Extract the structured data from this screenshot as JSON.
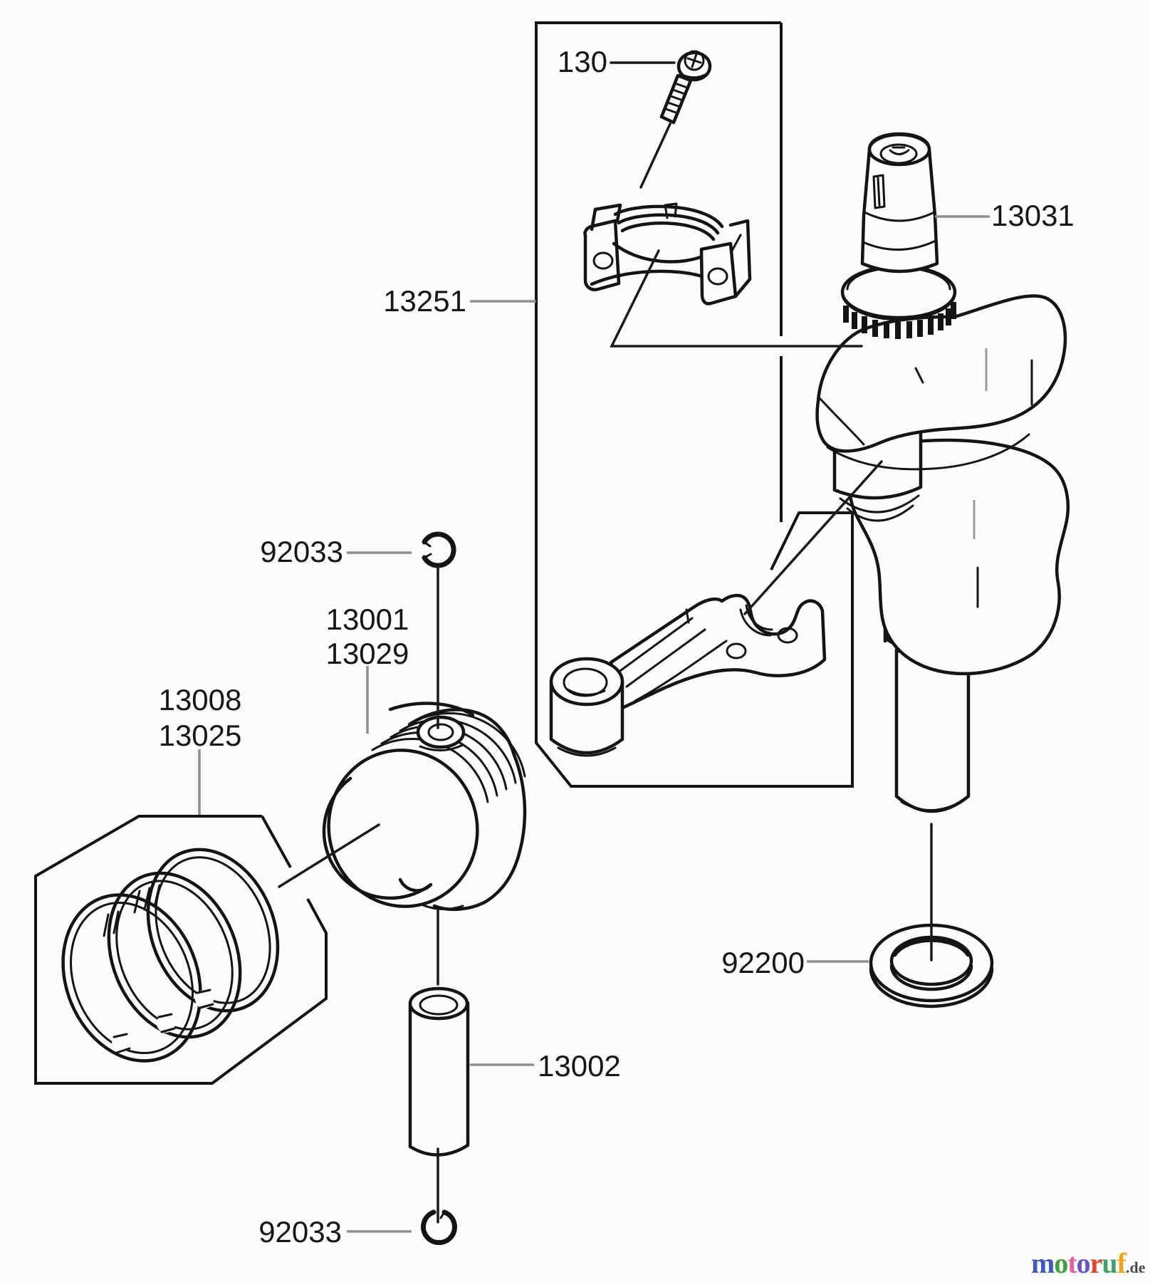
{
  "labels": {
    "bolt": "130",
    "rod_assembly": "13251",
    "crankshaft": "13031",
    "circlip_top": "92033",
    "piston_line1": "13001",
    "piston_line2": "13029",
    "rings_line1": "13008",
    "rings_line2": "13025",
    "pin": "13002",
    "washer": "92200",
    "circlip_bottom": "92033"
  },
  "colors": {
    "ink": "#141414",
    "leader_gray": "#8f8f8f",
    "background": "#fcfcfa"
  },
  "watermark": {
    "letters": [
      {
        "ch": "m",
        "style": "color:#3d59c6"
      },
      {
        "ch": "o",
        "style": "color:#3da23d"
      },
      {
        "ch": "t",
        "style": "color:#e75f9d"
      },
      {
        "ch": "o",
        "style": "color:#6a55c8"
      },
      {
        "ch": "r",
        "style": "color:#e0472e"
      },
      {
        "ch": "u",
        "style": "color:#42a06b"
      },
      {
        "ch": "f",
        "style": "color:#eda41f"
      }
    ],
    "suffix": ".de",
    "suffix_style": "color:#4a4a4a"
  }
}
